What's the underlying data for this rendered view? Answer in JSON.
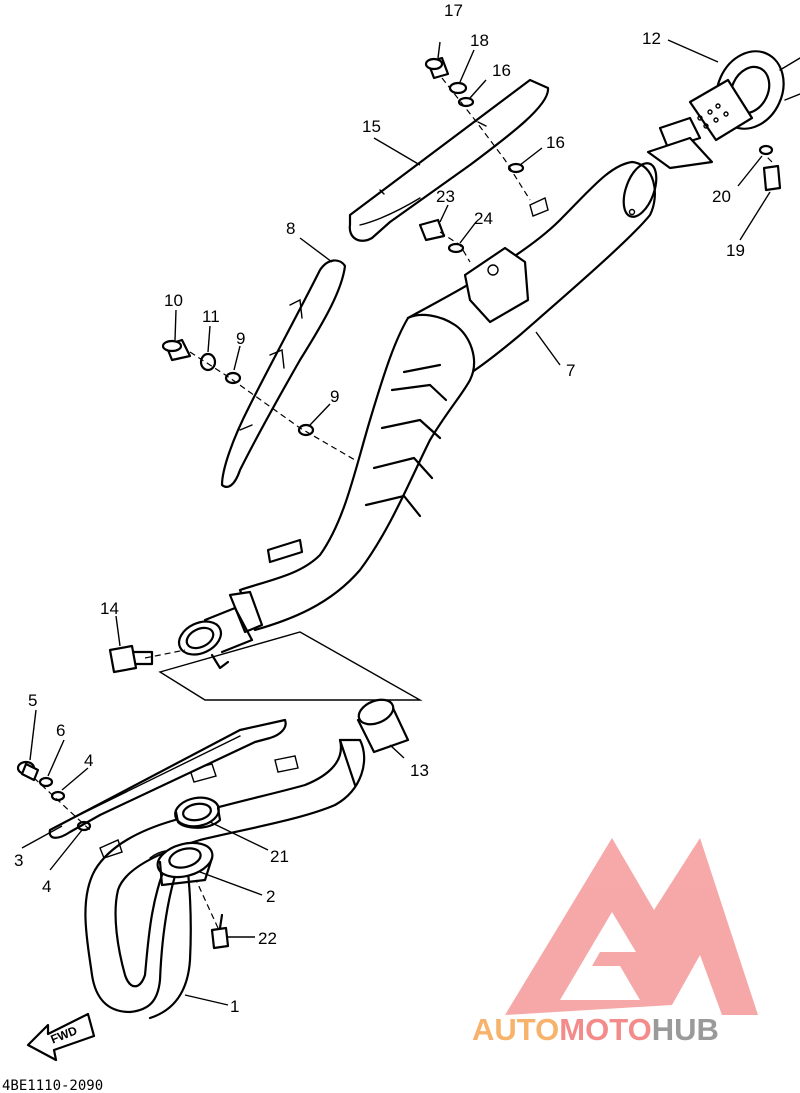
{
  "callouts": {
    "c1": "1",
    "c2": "2",
    "c3": "3",
    "c4a": "4",
    "c4b": "4",
    "c5": "5",
    "c6": "6",
    "c7": "7",
    "c8": "8",
    "c9a": "9",
    "c9b": "9",
    "c10": "10",
    "c11": "11",
    "c12": "12",
    "c13": "13",
    "c14": "14",
    "c15": "15",
    "c16a": "16",
    "c16b": "16",
    "c17": "17",
    "c18": "18",
    "c19": "19",
    "c20": "20",
    "c21": "21",
    "c22": "22",
    "c23": "23",
    "c24": "24"
  },
  "fwd_label": "FWD",
  "diagram_code": "4BE1110-2090",
  "watermark": {
    "part1": "AUTO",
    "part2": "MOTO",
    "part3": "HUB",
    "color1": "#f7b36b",
    "color2": "#f48b8b",
    "color3": "#9a9a9a",
    "logo_color": "#f48b8b"
  }
}
